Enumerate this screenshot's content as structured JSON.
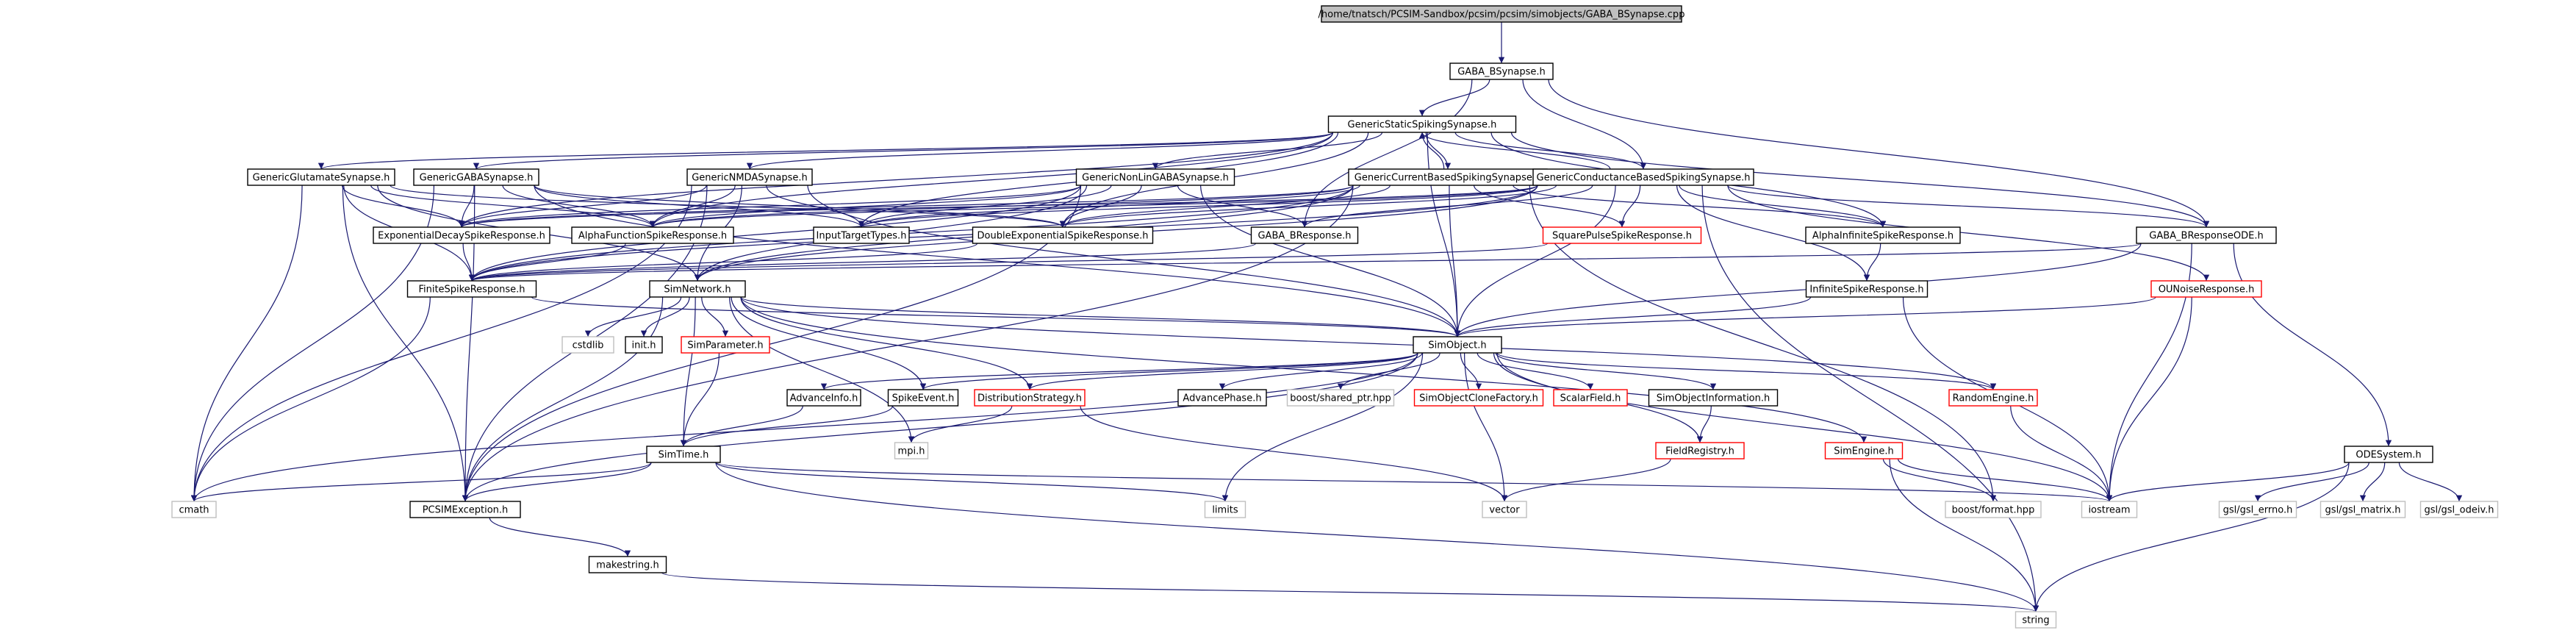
{
  "title": "/home/tnatsch/PCSIM-Sandbox/pcsim/pcsim/simobjects/GABA_BSynapse.cpp",
  "colors": {
    "edge": "#191970",
    "edge_gray": "#a9a9a9",
    "root_fill": "#bfbfbf",
    "node_border": "#000000",
    "red_border": "#ff0000",
    "gray_border": "#bfbfbf"
  },
  "nodes": {
    "root": "/home/tnatsch/PCSIM-Sandbox/pcsim/pcsim/simobjects/GABA_BSynapse.cpp",
    "gaba_bsynapse": "GABA_BSynapse.h",
    "generic_static": "GenericStaticSpikingSynapse.h",
    "generic_glutamate": "GenericGlutamateSynapse.h",
    "generic_gaba": "GenericGABASynapse.h",
    "generic_nmda": "GenericNMDASynapse.h",
    "generic_nonlin_gaba": "GenericNonLinGABASynapse.h",
    "generic_current": "GenericCurrentBasedSpikingSynapse.h",
    "generic_conductance": "GenericConductanceBasedSpikingSynapse.h",
    "gaba_bresponse_ode": "GABA_BResponseODE.h",
    "exp_decay": "ExponentialDecaySpikeResponse.h",
    "alpha_function": "AlphaFunctionSpikeResponse.h",
    "input_target": "InputTargetTypes.h",
    "double_exp": "DoubleExponentialSpikeResponse.h",
    "gaba_bresponse": "GABA_BResponse.h",
    "square_pulse": "SquarePulseSpikeResponse.h",
    "alpha_infinite": "AlphaInfiniteSpikeResponse.h",
    "finite_spike": "FiniteSpikeResponse.h",
    "sim_network": "SimNetwork.h",
    "infinite_spike": "InfiniteSpikeResponse.h",
    "ou_noise": "OUNoiseResponse.h",
    "cstdlib": "cstdlib",
    "init": "init.h",
    "sim_parameter": "SimParameter.h",
    "sim_object": "SimObject.h",
    "advance_info": "AdvanceInfo.h",
    "spike_event": "SpikeEvent.h",
    "distribution_strategy": "DistributionStrategy.h",
    "advance_phase": "AdvancePhase.h",
    "shared_ptr": "boost/shared_ptr.hpp",
    "clone_factory": "SimObjectCloneFactory.h",
    "scalar_field": "ScalarField.h",
    "sim_object_info": "SimObjectInformation.h",
    "random_engine": "RandomEngine.h",
    "ode_system": "ODESystem.h",
    "mpi": "mpi.h",
    "field_registry": "FieldRegistry.h",
    "sim_engine": "SimEngine.h",
    "sim_time": "SimTime.h",
    "cmath": "cmath",
    "pcsim_exception": "PCSIMException.h",
    "limits": "limits",
    "vector": "vector",
    "boost_format": "boost/format.hpp",
    "iostream": "iostream",
    "gsl_errno": "gsl/gsl_errno.h",
    "gsl_matrix": "gsl/gsl_matrix.h",
    "gsl_odeiv": "gsl/gsl_odeiv.h",
    "makestring": "makestring.h",
    "string": "string"
  }
}
